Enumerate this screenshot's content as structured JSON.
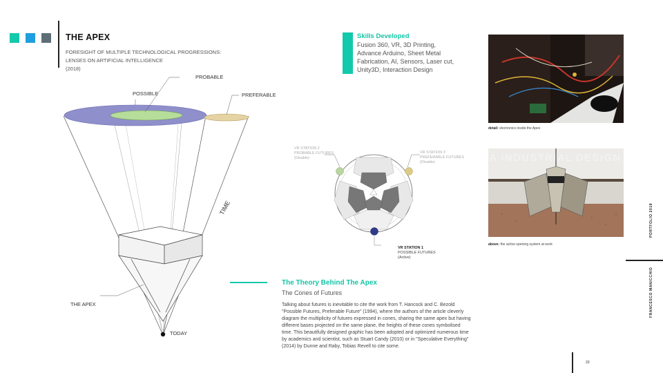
{
  "header": {
    "title": "THE APEX",
    "subtitle_line1": "FORESIGHT OF MULTIPLE TECHNOLOGICAL PROGRESSIONS:",
    "subtitle_line2": "LENSES ON ARTIFICIAL INTELLIGENCE",
    "year": "(2018)",
    "square_colors": [
      "#12c9ab",
      "#1f9ee0",
      "#5e6e76"
    ]
  },
  "skills": {
    "title": "Skills Developed",
    "line1": "Fusion 360, VR, 3D Printing,",
    "line2": "Advance Arduino, Sheet Metal",
    "line3": "Fabrication, AI, Sensors, Laser cut,",
    "line4": "Unity3D, Interaction Design"
  },
  "cone_diagram": {
    "label_possible": "POSSIBLE",
    "label_probable": "PROBABLE",
    "label_preferable": "PREFERABLE",
    "label_time": "TIME",
    "label_apex": "THE APEX",
    "label_today": "TODAY"
  },
  "stations": {
    "station2": {
      "title": "VR STATION 2",
      "line1": "PROBABLE FUTURES",
      "line2": "(Disable)"
    },
    "station3": {
      "title": "VR STATION 3",
      "line1": "PREFERABLE FUTURES",
      "line2": "(Disable)"
    },
    "station1": {
      "title": "VR STATION 1",
      "line1": "POSSIBLE FUTURES",
      "line2": "(Active)"
    }
  },
  "photos": {
    "top_caption_bold": "detail:",
    "top_caption_text": "electronics inside the Apex",
    "bottom_caption_bold": "above:",
    "bottom_caption_text": "the active opening system at work",
    "bottom_overlay_text": "A INDUSTRIAL DESIGN"
  },
  "theory": {
    "title": "The Theory Behind The Apex",
    "subtitle": "The Cones of Futures",
    "body": [
      "Talking about futures is inevitable to cite the work from T. Hancock and C. Bezold",
      "\"Possible Futures, Preferable Future\" (1994), where the authors of the article cleverly",
      "diagram the multiplicity of futures expressed in cones, sharing the same apex but having",
      "different bases projected on the same plane, the heights of these cones symbolised",
      "time. This beautifully designed graphic has been adopted and optimized numerous time",
      "by academics and scientist, such as Stuart Candy (2010) or in \"Speculative Everything\"",
      "(2014) by Dunne and Raby, Tobias Revell to cite some."
    ]
  },
  "sidebar": {
    "portfolio": "PORTFOLIO 2018",
    "author": "FRANCESCO MANICCHIO",
    "page_number": "23"
  }
}
